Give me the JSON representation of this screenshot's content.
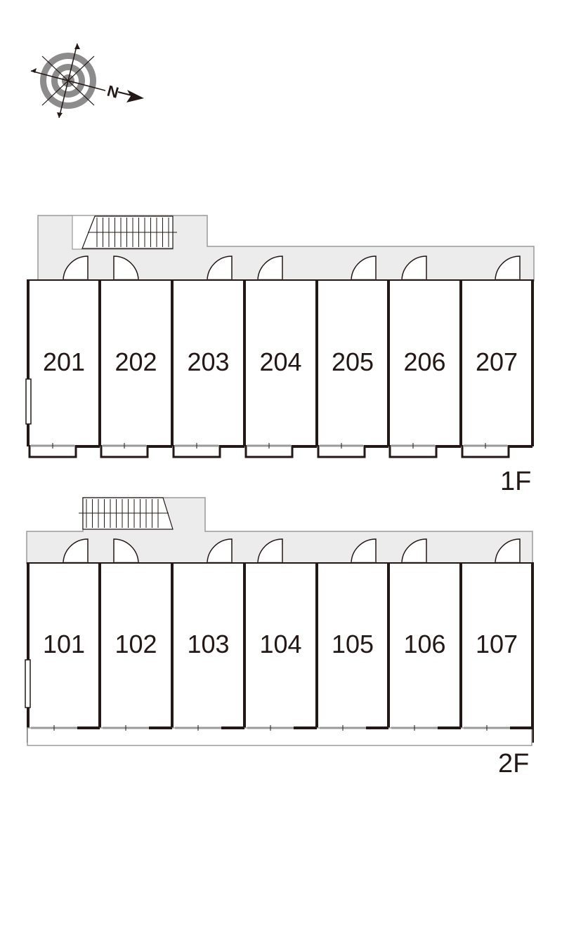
{
  "compass": {
    "north_label": "N",
    "icon": "compass-rose-icon"
  },
  "upper_block": {
    "floor_label": "1F",
    "units": [
      "201",
      "202",
      "203",
      "204",
      "205",
      "206",
      "207"
    ]
  },
  "lower_block": {
    "floor_label": "2F",
    "units": [
      "101",
      "102",
      "103",
      "104",
      "105",
      "106",
      "107"
    ]
  },
  "colors": {
    "wall": "#231815",
    "corridor": "#ececec",
    "corridor_edge": "#9a9a9a",
    "background": "#ffffff"
  }
}
